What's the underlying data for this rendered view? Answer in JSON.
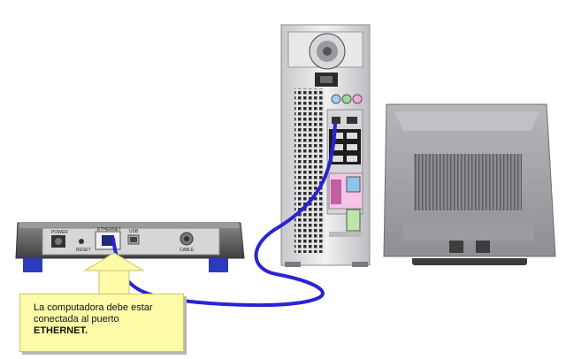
{
  "router": {
    "ports": {
      "power": "POWER",
      "reset": "RESET",
      "ethernet": "ETHERNET",
      "usb": "USB",
      "cable": "CABLE"
    }
  },
  "callout": {
    "line1": "La computadora debe estar",
    "line2": "conectada al puerto",
    "line3": "ETHERNET."
  },
  "colors": {
    "cable": "#2a23d4",
    "callout_bg": "#fdfba8",
    "router_body": "#5a5a5a",
    "monitor_body": "#a5a5aa"
  }
}
